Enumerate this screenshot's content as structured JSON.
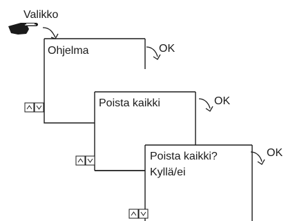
{
  "menu": {
    "label": "Valikko",
    "icon": "pointing-hand-icon"
  },
  "steps": [
    {
      "title": "Ohjelma",
      "confirm_label": "OK",
      "nav_icons": [
        "up-arrow-icon",
        "down-arrow-icon"
      ]
    },
    {
      "title": "Poista kaikki",
      "confirm_label": "OK",
      "nav_icons": [
        "up-arrow-icon",
        "down-arrow-icon"
      ]
    },
    {
      "title": "Poista kaikki?",
      "subtitle": "Kyllä/ei",
      "confirm_label": "OK",
      "nav_icons": [
        "up-arrow-icon",
        "down-arrow-icon"
      ]
    }
  ],
  "colors": {
    "line": "#1a1a1a",
    "background": "#ffffff"
  }
}
